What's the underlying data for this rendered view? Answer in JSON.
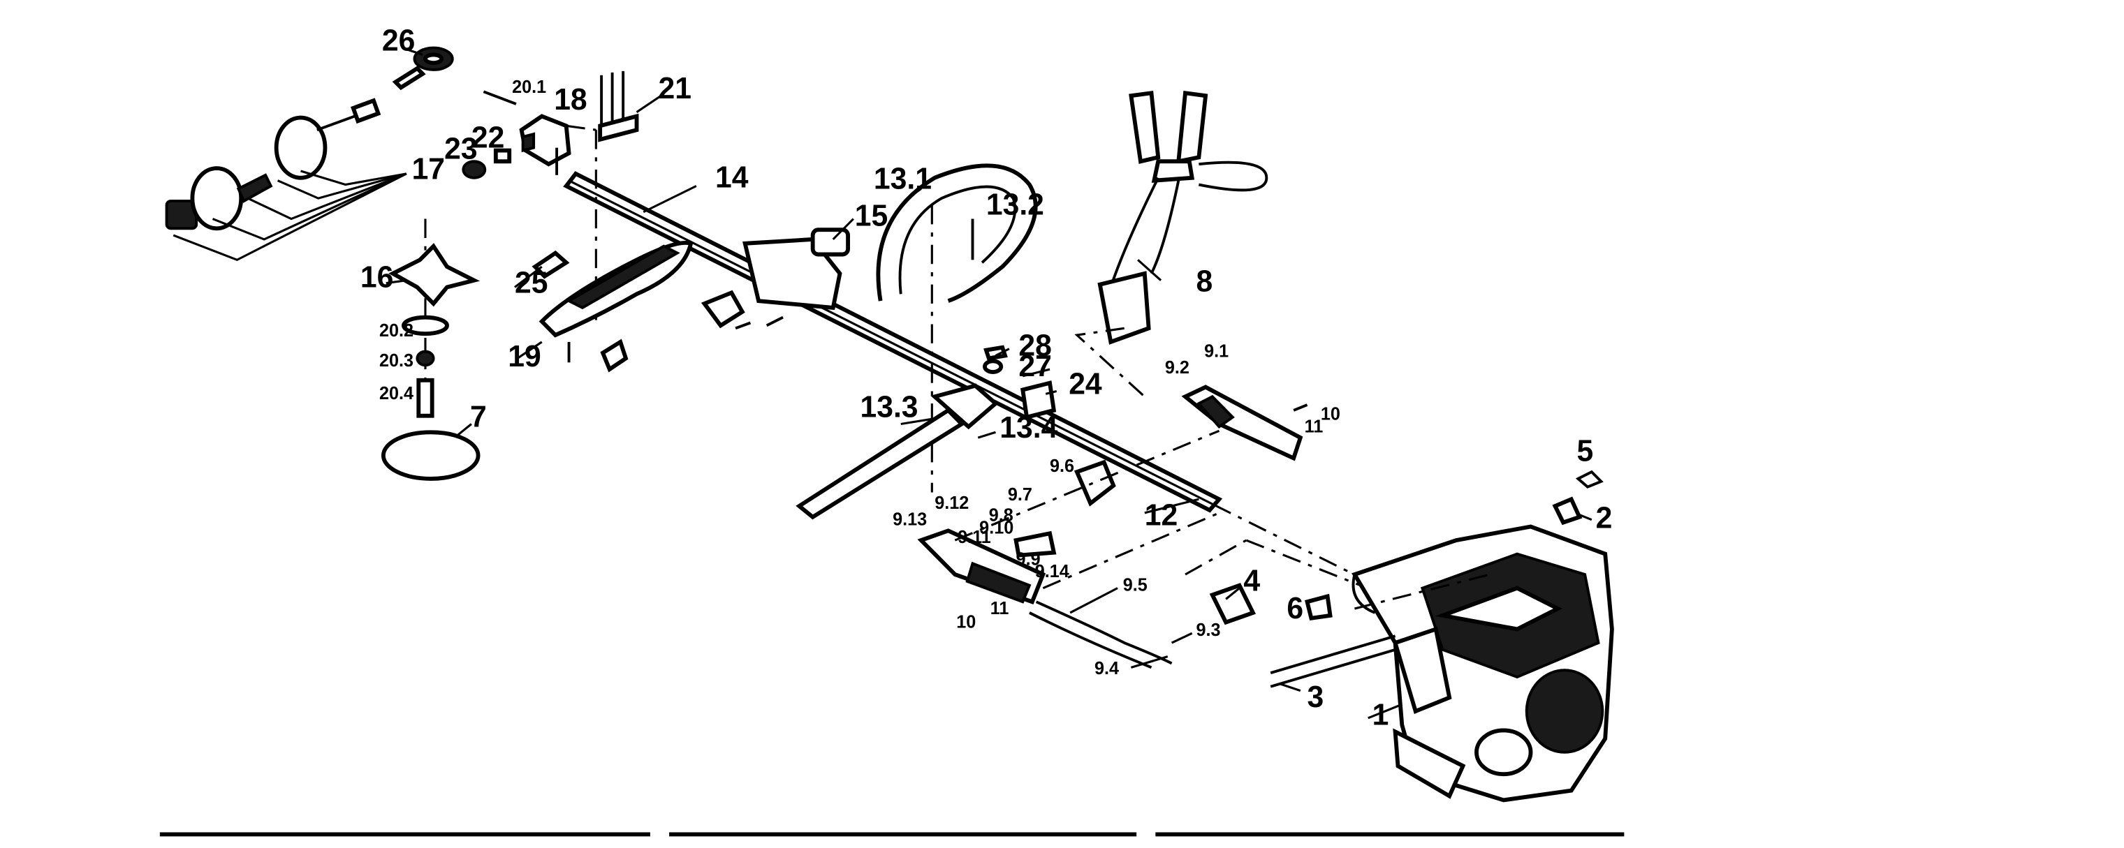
{
  "callouts": {
    "c1": "1",
    "c2": "2",
    "c3": "3",
    "c4": "4",
    "c5": "5",
    "c6": "6",
    "c7": "7",
    "c8": "8",
    "c9_1": "9.1",
    "c9_2": "9.2",
    "c9_3": "9.3",
    "c9_4": "9.4",
    "c9_5": "9.5",
    "c9_6": "9.6",
    "c9_7": "9.7",
    "c9_8": "9.8",
    "c9_9": "9.9",
    "c9_10": "9.10",
    "c9_11": "9.11",
    "c9_12": "9.12",
    "c9_13": "9.13",
    "c9_14": "9.14",
    "c10a": "10",
    "c10b": "10",
    "c11a": "11",
    "c11b": "11",
    "c12": "12",
    "c13_1": "13.1",
    "c13_2": "13.2",
    "c13_3": "13.3",
    "c13_4": "13.4",
    "c14": "14",
    "c15": "15",
    "c16": "16",
    "c17": "17",
    "c18": "18",
    "c19": "19",
    "c20_1": "20.1",
    "c20_2": "20.2",
    "c20_3": "20.3",
    "c20_4": "20.4",
    "c21": "21",
    "c22": "22",
    "c23": "23",
    "c24": "24",
    "c25": "25",
    "c26": "26",
    "c27": "27",
    "c28": "28"
  }
}
